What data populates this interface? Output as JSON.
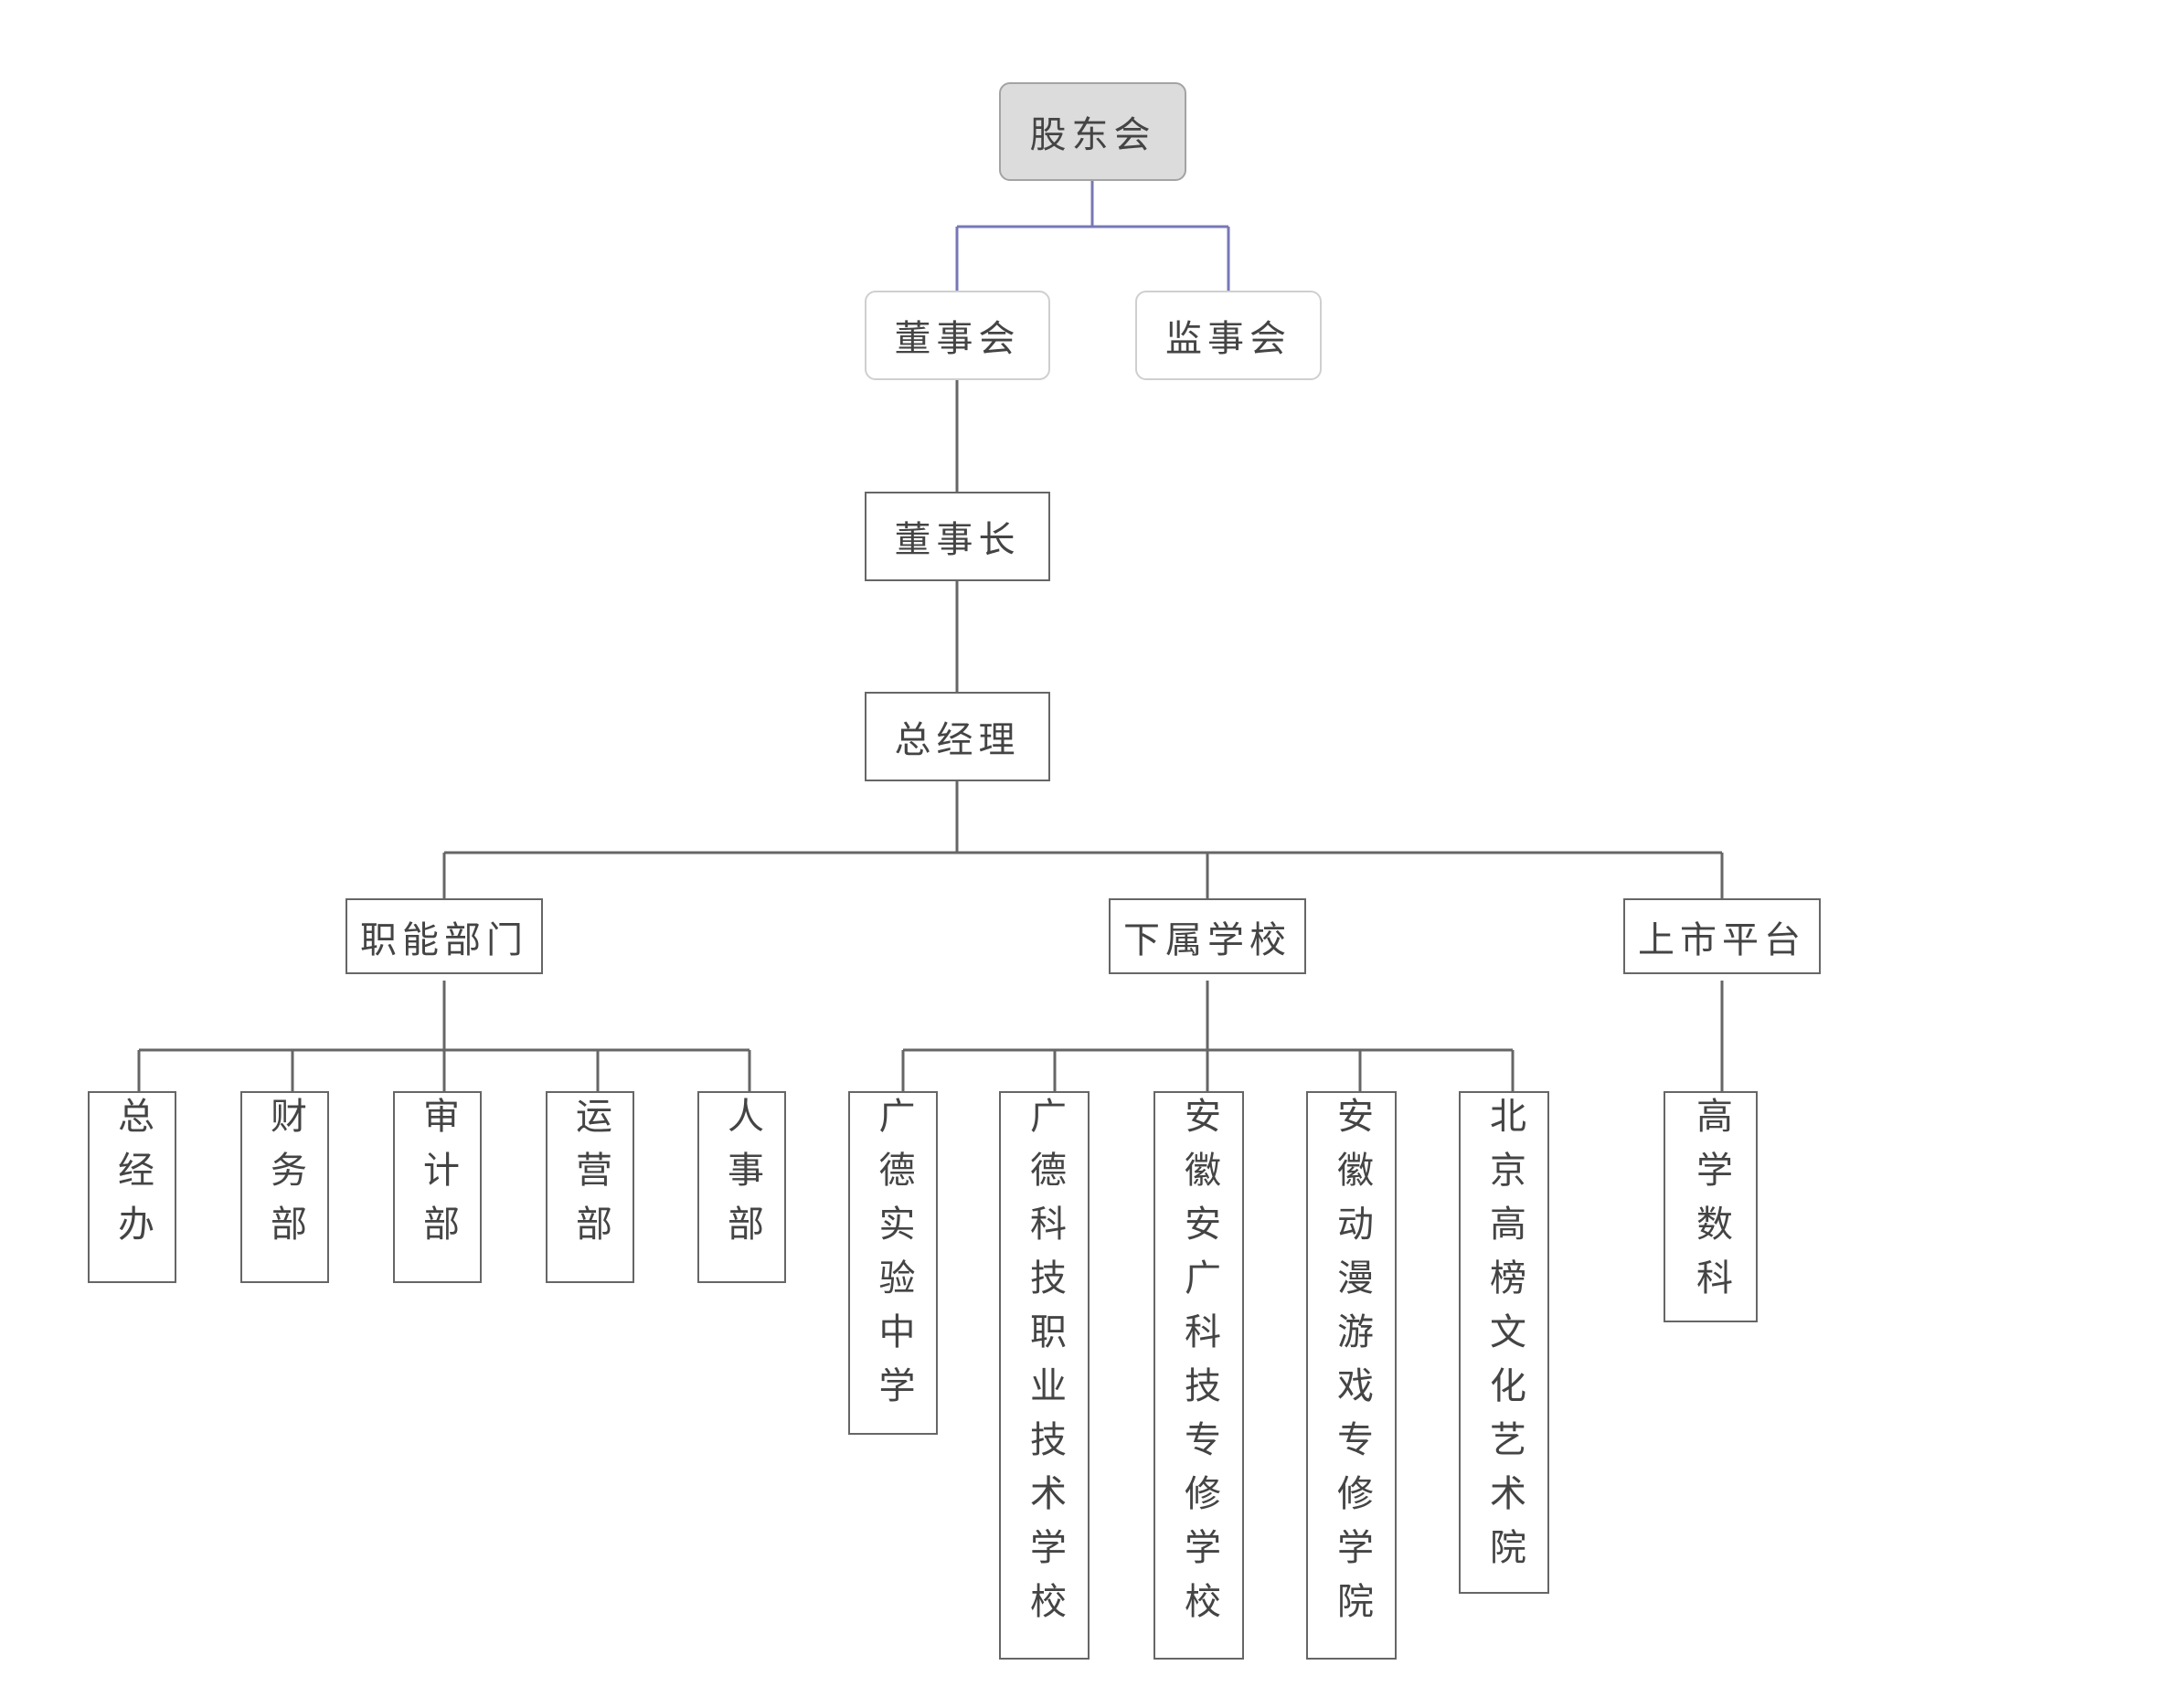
{
  "colors": {
    "root_link": "#7777b7",
    "link": "#666666",
    "root_fill": "#dcdcdc"
  },
  "nodes": {
    "shareholders": "股东会",
    "board": "董事会",
    "supervisors": "监事会",
    "chairman": "董事长",
    "gm": "总经理",
    "functional": "职能部门",
    "schools": "下属学校",
    "listed": "上市平台",
    "dept_gm_office": "总经办",
    "dept_finance": "财务部",
    "dept_audit": "审计部",
    "dept_operations": "运营部",
    "dept_hr": "人事部",
    "school_1": "广德实验中学",
    "school_2": "广德科技职业技术学校",
    "school_3": "安徽安广科技专修学校",
    "school_4": "安徽动漫游戏专修学院",
    "school_5": "北京高榜文化艺术院",
    "listed_1": "高学数科"
  }
}
